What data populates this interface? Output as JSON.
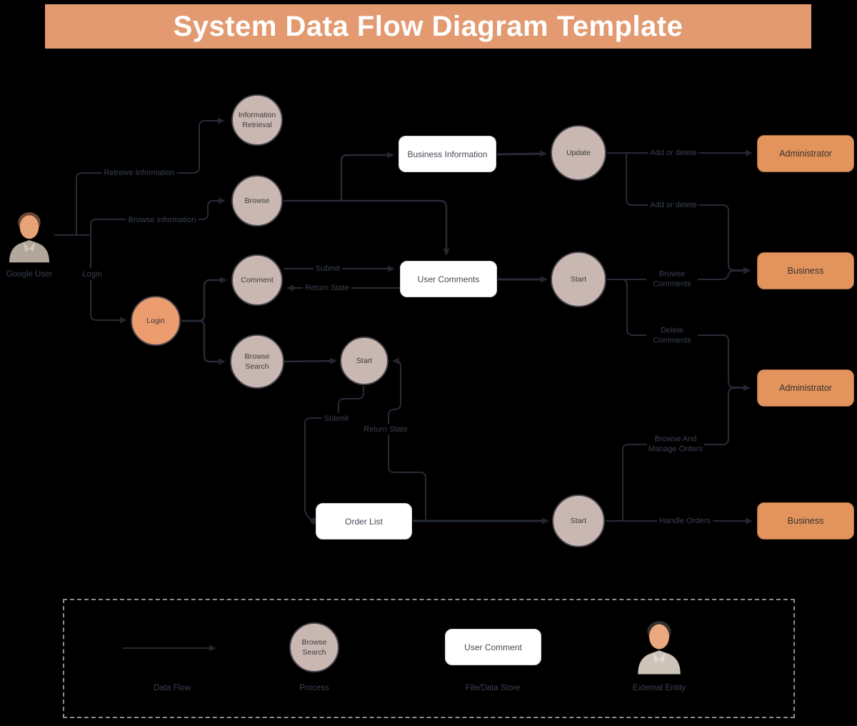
{
  "title": "System Data Flow Diagram Template",
  "nodes": {
    "google_user": "Google User",
    "information_retrieval": "Information Retrieval",
    "browse": "Browse",
    "comment": "Comment",
    "login": "Login",
    "browse_search": "Browse Search",
    "start_search": "Start",
    "update": "Update",
    "start_comments": "Start",
    "start_orders": "Start",
    "business_information": "Business Information",
    "user_comments": "User Comments",
    "order_list": "Order List",
    "administrator_top": "Administrator",
    "business_top": "Business",
    "administrator_bottom": "Administrator",
    "business_bottom": "Business"
  },
  "edge_labels": {
    "retreive_information": "Retreive Information",
    "browse_information": "Browse Information",
    "login": "Login",
    "submit_comment": "Submit",
    "return_state_comment": "Return State",
    "add_or_delete_top": "Add or delete",
    "add_or_delete_bottom": "Add or delete",
    "browse_comments": "Browse Comments",
    "delete_comments": "Delete Comments",
    "submit_order": "Submit",
    "return_state_order": "Return State",
    "browse_and_manage_orders": "Browse And Manage Orders",
    "handle_orders": "Handle Orders"
  },
  "legend": {
    "data_flow": "Data Flow",
    "process": "Process",
    "process_example": "Browse Search",
    "file_data_store": "File/Data Store",
    "file_data_store_example": "User Comment",
    "external_entity": "External Entity"
  },
  "colors": {
    "background": "#000000",
    "title_bar": "#e39a70",
    "process_fill": "#c9b7b1",
    "login_fill": "#eb9d6f",
    "external_entity_fill": "#e2945c",
    "store_fill": "#ffffff",
    "line": "#262b36"
  }
}
